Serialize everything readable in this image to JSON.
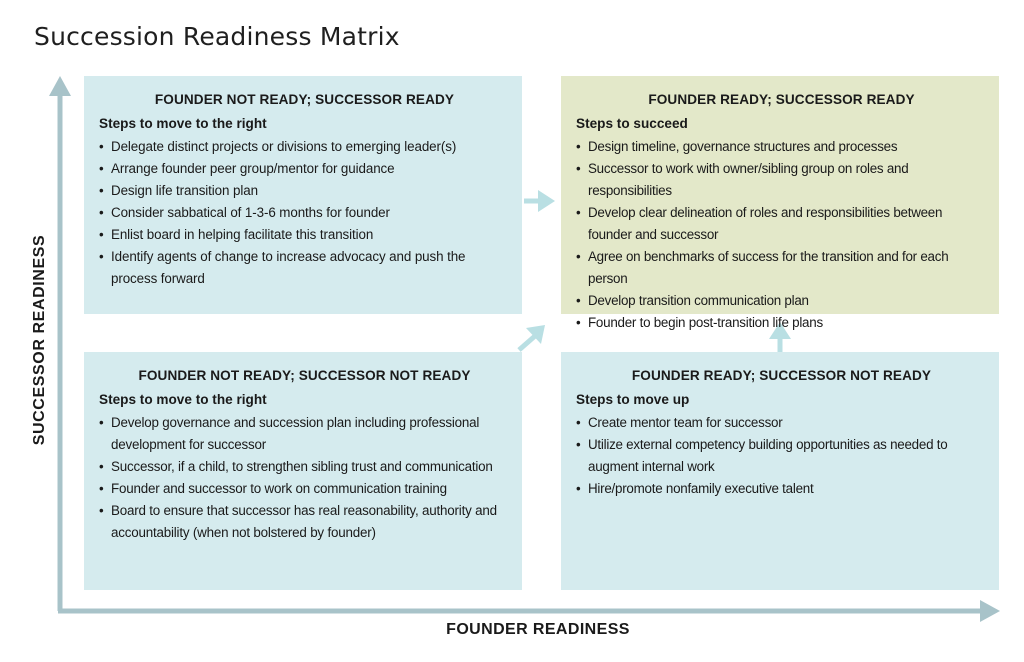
{
  "title": "Succession Readiness Matrix",
  "axes": {
    "y_label": "SUCCESSOR READINESS",
    "x_label": "FOUNDER READINESS"
  },
  "colors": {
    "quadrant_blue": "#d5ebee",
    "quadrant_green": "#e3e8c9",
    "arrow": "#b9dfe3",
    "axis": "#a8c3c9"
  },
  "quadrants": {
    "top_left": {
      "heading": "FOUNDER NOT READY; SUCCESSOR READY",
      "subheading": "Steps to move to the right",
      "items": [
        "Delegate distinct projects or divisions to emerging leader(s)",
        "Arrange founder peer group/mentor for guidance",
        "Design life transition plan",
        "Consider sabbatical of 1-3-6 months for founder",
        "Enlist board in helping facilitate this transition",
        "Identify agents of change to increase advocacy and push the process forward"
      ]
    },
    "top_right": {
      "heading": "FOUNDER READY; SUCCESSOR READY",
      "subheading": "Steps to succeed",
      "items": [
        "Design timeline, governance structures and processes",
        "Successor to work with owner/sibling group on roles and responsibilities",
        "Develop clear delineation of roles and responsibilities between founder and successor",
        "Agree on benchmarks of success for the transition and for each person",
        "Develop transition communication plan",
        "Founder to begin post-transition life plans"
      ]
    },
    "bottom_left": {
      "heading": "FOUNDER NOT READY; SUCCESSOR NOT READY",
      "subheading": "Steps to move to the right",
      "items": [
        "Develop governance and succession plan including professional development for successor",
        "Successor, if a child, to strengthen sibling trust and communication",
        "Founder and successor to work on communication training",
        "Board to ensure that successor has real reasonability, authority and accountability (when not bolstered by founder)"
      ]
    },
    "bottom_right": {
      "heading": "FOUNDER READY; SUCCESSOR NOT READY",
      "subheading": "Steps to move up",
      "items": [
        "Create mentor team for successor",
        "Utilize external competency building opportunities as needed to augment internal work",
        "Hire/promote nonfamily executive talent"
      ]
    }
  }
}
